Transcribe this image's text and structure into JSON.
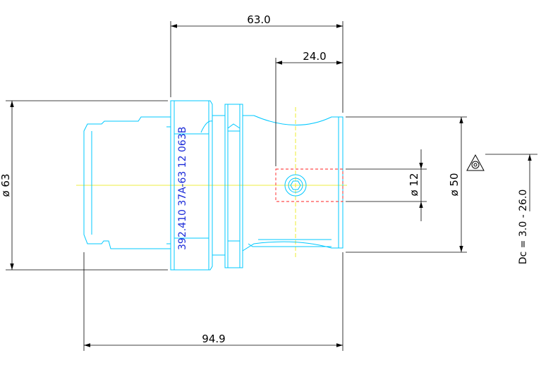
{
  "dimensions": {
    "length_a": "63.0",
    "length_b": "24.0",
    "length_c": "94.9",
    "diameter_shank": "ø 63",
    "diameter_bore": "ø 12",
    "diameter_body": "ø 50",
    "cutting_range": "Dc = 3.0 - 26.0"
  },
  "part_number": "392.410 37A-63 12 063B",
  "colors": {
    "outline": "#00c8ff",
    "centerline": "#e8e800",
    "hidden": "#ff2020",
    "dimension": "#000000",
    "part_number": "#1a2ad8"
  },
  "icons": {
    "insert_symbol": "triangle-insert-icon"
  }
}
